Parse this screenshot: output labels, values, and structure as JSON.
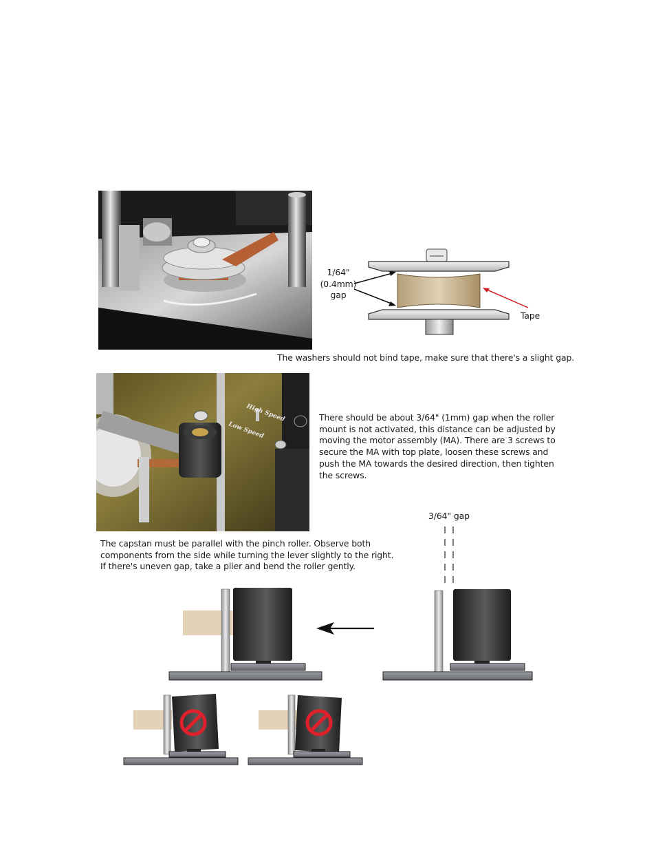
{
  "section1": {
    "gap_label": [
      "1/64\"",
      "(0.4mm)",
      "gap"
    ],
    "tape_label": "Tape",
    "caption": "The washers should not bind tape, make sure that there's a slight gap."
  },
  "section2": {
    "photo_labels": {
      "high_speed": "High Speed",
      "low_speed": "Low Speed"
    },
    "instructions": [
      "There should be about 3/64\" (1mm) gap when the roller",
      "mount is not activated, this distance can be adjusted by",
      "moving the motor assembly (MA). There are 3 screws to",
      "secure the MA with top plate, loosen these screws and",
      "push the MA towards the desired direction,  then tighten",
      "the screws."
    ]
  },
  "section3": {
    "gap_label": "3/64\" gap",
    "parallel_note": [
      "The capstan must be parallel with the pinch roller.  Observe both",
      "components from the side while turning the lever slightly to the right.",
      "If there's uneven gap, take a plier and bend the roller gently."
    ]
  },
  "colors": {
    "tape": "#e3d2b8",
    "prohibited": "#e0202a",
    "roller_dark": "#2b2b2b",
    "base_plate": "#7d7f86"
  }
}
